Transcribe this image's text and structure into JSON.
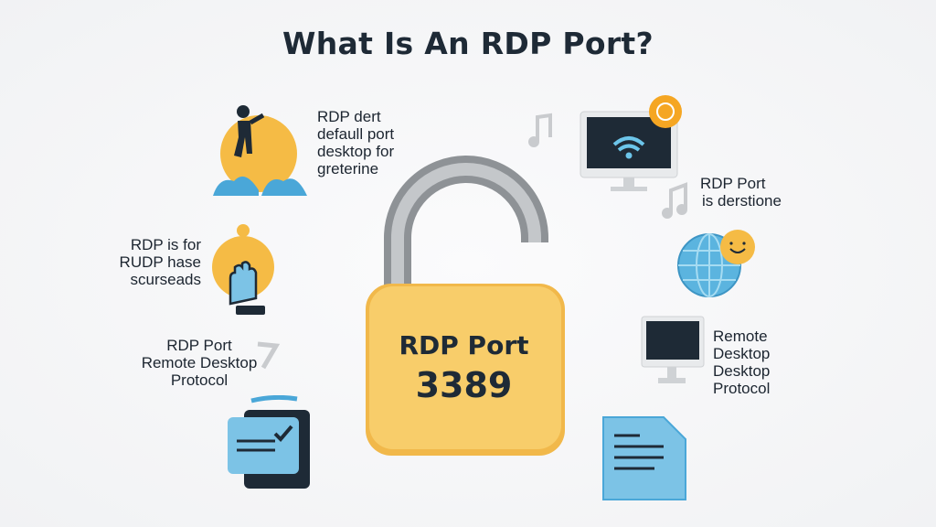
{
  "title": "What Is An RDP Port?",
  "lock": {
    "label": "RDP Port",
    "port": "3389"
  },
  "labels": {
    "top_left": [
      "RDP dert",
      "defaull port",
      "desktop for",
      "greterine"
    ],
    "mid_left": [
      "RDP is for",
      "RUDP hase",
      "scurseads"
    ],
    "bottom_left": [
      "RDP Port",
      "Remote Desktop",
      "Protocol"
    ],
    "top_right": [
      "RDP Port",
      "is derstione"
    ],
    "bottom_right": [
      "Remote",
      "Desktop",
      "Desktop",
      "Protocol"
    ]
  },
  "colors": {
    "yellow": "#f6c65a",
    "blue": "#5bb4df",
    "dark": "#1e2a36",
    "grey": "#c9cbce"
  }
}
